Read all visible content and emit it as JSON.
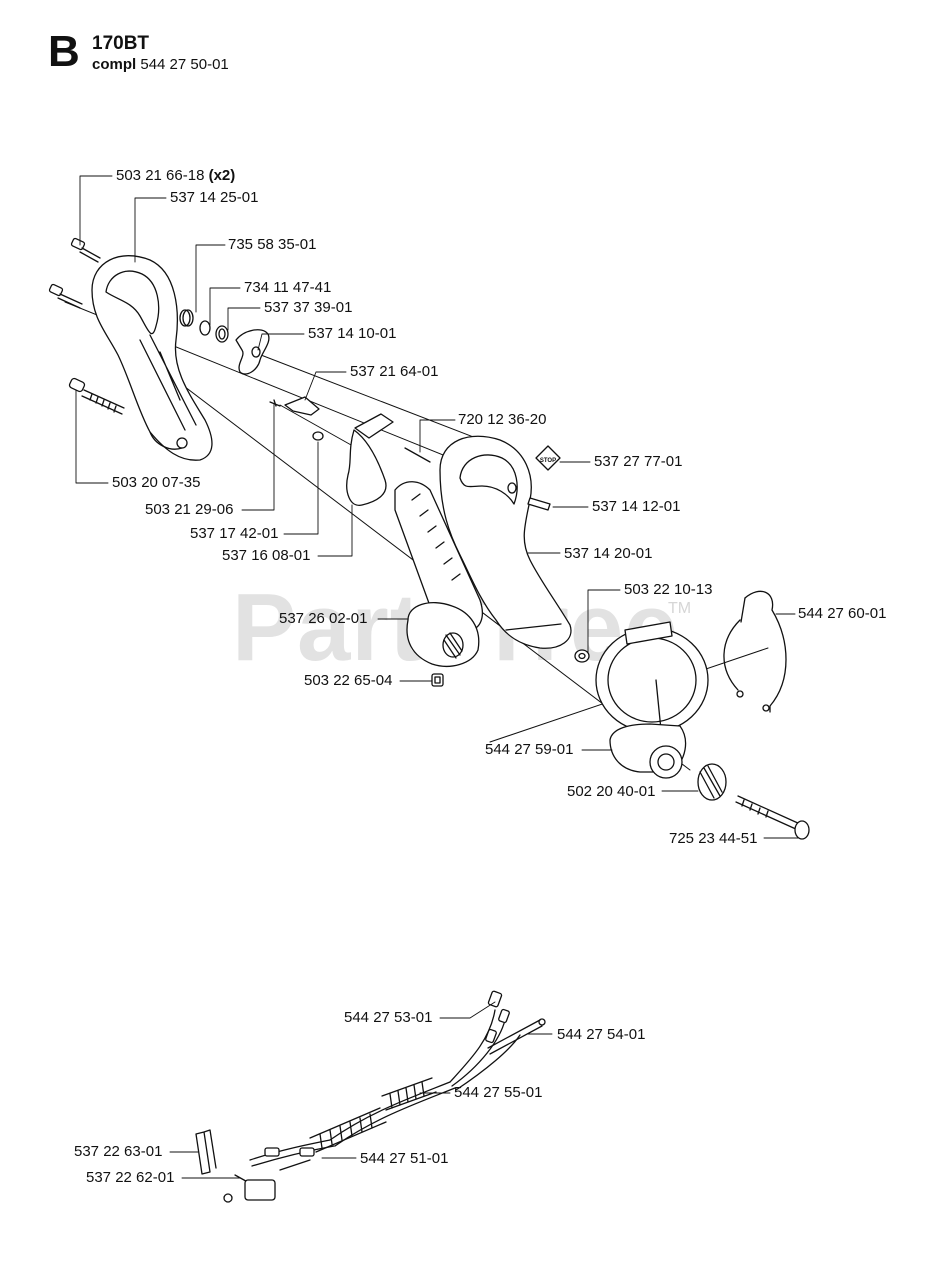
{
  "header": {
    "section_letter": "B",
    "model": "170BT",
    "compl_label": "compl",
    "compl_number": "544 27 50-01"
  },
  "watermark": {
    "text": "PartsTree",
    "trademark": "TM"
  },
  "stop_sticker_text": "STOP",
  "parts": [
    {
      "number": "503 21 66-18",
      "qty": "(x2)"
    },
    {
      "number": "537 14 25-01"
    },
    {
      "number": "735 58 35-01"
    },
    {
      "number": "734 11 47-41"
    },
    {
      "number": "537 37 39-01"
    },
    {
      "number": "537 14 10-01"
    },
    {
      "number": "537 21 64-01"
    },
    {
      "number": "720 12 36-20"
    },
    {
      "number": "537 27 77-01"
    },
    {
      "number": "537 14 12-01"
    },
    {
      "number": "503 20 07-35"
    },
    {
      "number": "503 21 29-06"
    },
    {
      "number": "537 17 42-01"
    },
    {
      "number": "537 16 08-01"
    },
    {
      "number": "537 14 20-01"
    },
    {
      "number": "503 22 10-13"
    },
    {
      "number": "544 27 60-01"
    },
    {
      "number": "537 26 02-01"
    },
    {
      "number": "503 22 65-04"
    },
    {
      "number": "544 27 59-01"
    },
    {
      "number": "502 20 40-01"
    },
    {
      "number": "725 23 44-51"
    },
    {
      "number": "544 27 53-01"
    },
    {
      "number": "544 27 54-01"
    },
    {
      "number": "544 27 55-01"
    },
    {
      "number": "537 22 63-01"
    },
    {
      "number": "544 27 51-01"
    },
    {
      "number": "537 22 62-01"
    }
  ]
}
